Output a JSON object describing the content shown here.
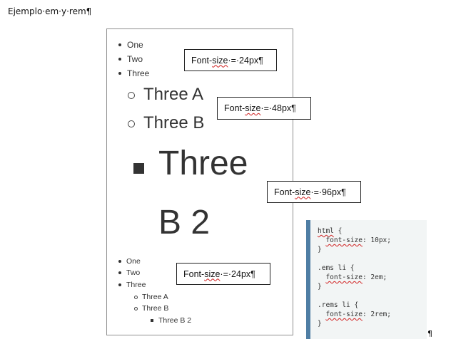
{
  "heading": "Ejemplo·em·y·rem¶",
  "ems_list": {
    "one": "One",
    "two": "Two",
    "three": "Three",
    "three_a": "Three A",
    "three_b": "Three B",
    "three_b2_line1": "Three",
    "three_b2_line2": "B 2"
  },
  "rems_list": {
    "one": "One",
    "two": "Two",
    "three": "Three",
    "three_a": "Three A",
    "three_b": "Three B",
    "three_b2": "Three B 2"
  },
  "callouts": {
    "c1": {
      "prefix": "Font-",
      "word": "size",
      "suffix": "·=·24px¶"
    },
    "c2": {
      "prefix": "Font-",
      "word": "size",
      "suffix": "·=·48px¶"
    },
    "c3": {
      "prefix": "Font-",
      "word": "size",
      "suffix": "·=·96px¶"
    },
    "c4": {
      "prefix": "Font-",
      "word": "size",
      "suffix": "·=·24px¶"
    }
  },
  "code": {
    "html_selector": "html",
    "html_prop": "font-size",
    "html_value": ": 10px;",
    "ems_selector": ".ems li {",
    "ems_prop": "font-size",
    "ems_value": ": 2em;",
    "rems_selector": ".rems li {",
    "rems_prop": "font-size",
    "rems_value": ": 2rem;",
    "open_brace": " {",
    "close_brace": "}"
  },
  "end_mark": "¶",
  "colors": {
    "code_bar": "#4f7ea4",
    "code_bg": "#f2f5f5",
    "spell_error": "#d02020"
  }
}
